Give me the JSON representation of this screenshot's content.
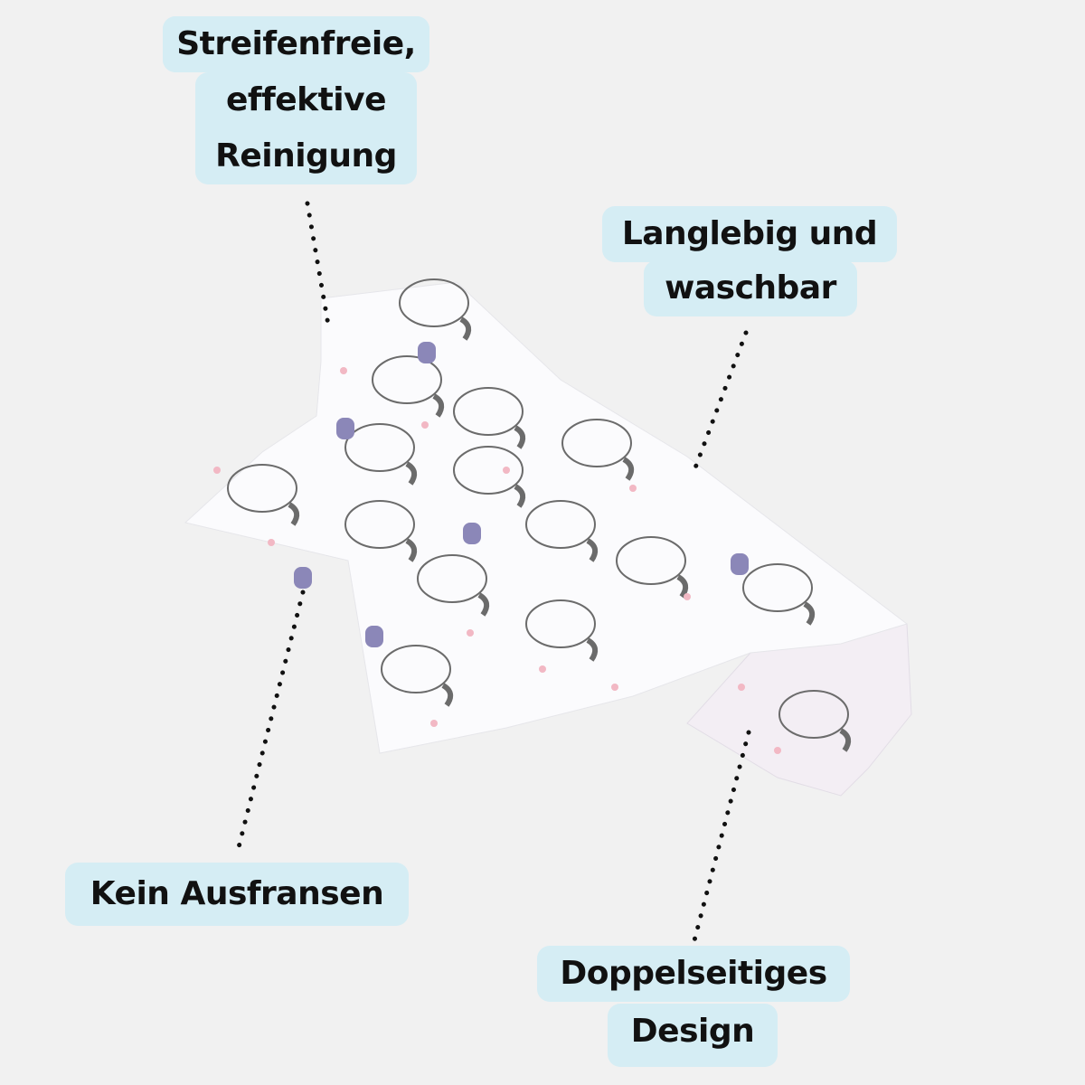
{
  "callouts": {
    "streak_free": [
      "Streifenfreie,",
      "effektive",
      "Reinigung"
    ],
    "durable": [
      "Langlebig und",
      "waschbar"
    ],
    "no_fraying": [
      "Kein Ausfransen"
    ],
    "double_sided": [
      "Doppelseitiges",
      "Design"
    ]
  },
  "colors": {
    "background": "#f1f1f1",
    "label_background": "#d5edf4",
    "cloth": "#fbfbfd",
    "cat_outline": "#6b6b6b",
    "speech_bubble": "#8b87b8",
    "paw_print": "#f2b8c4"
  }
}
